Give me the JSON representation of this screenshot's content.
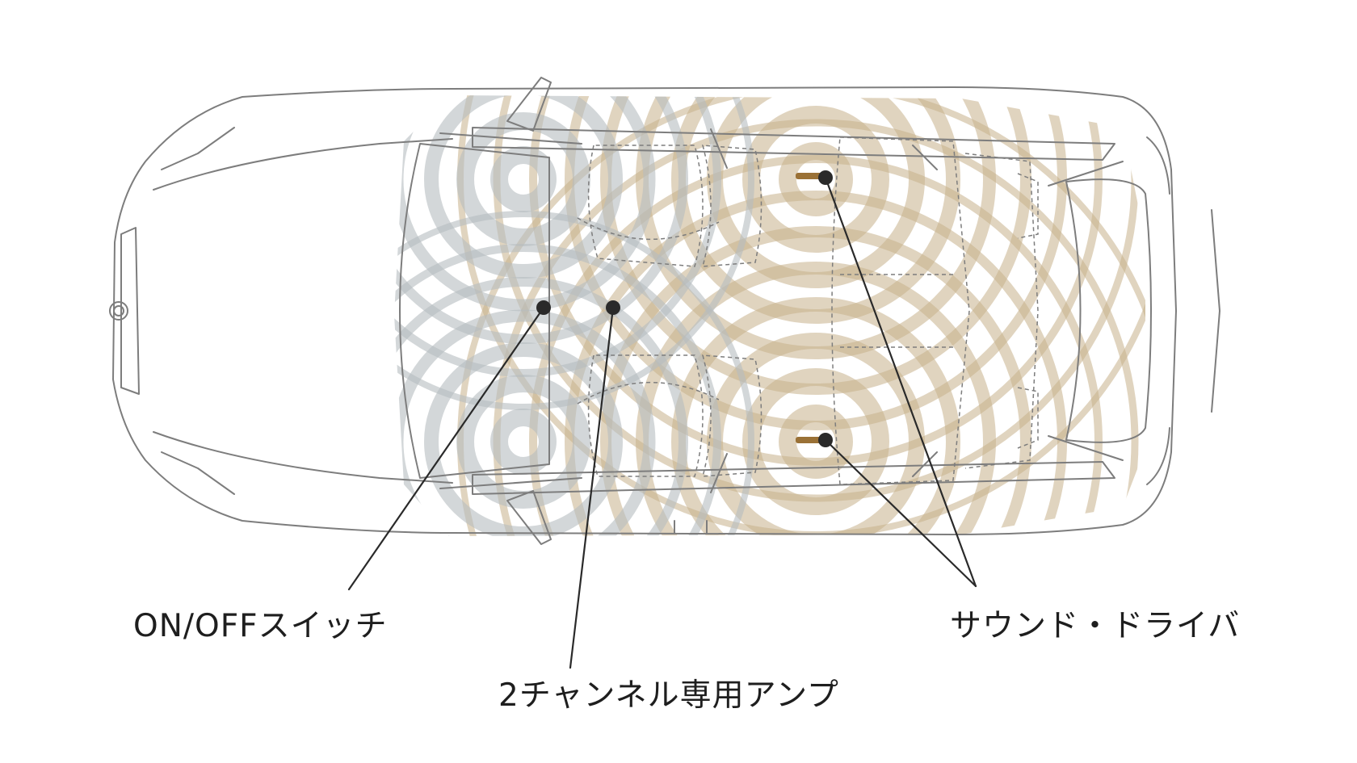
{
  "labels": {
    "switch": "ON/OFFスイッチ",
    "amp": "2チャンネル専用アンプ",
    "driver": "サウンド・ドライバ"
  },
  "colors": {
    "background": "#ffffff",
    "car_outline": "#7d7d7d",
    "front_wave": "#b6bcc0",
    "rear_wave": "#c7b18b",
    "driver_unit": "#9a7136",
    "leader_line": "#2a2a2a",
    "point": "#2a2a2a"
  }
}
